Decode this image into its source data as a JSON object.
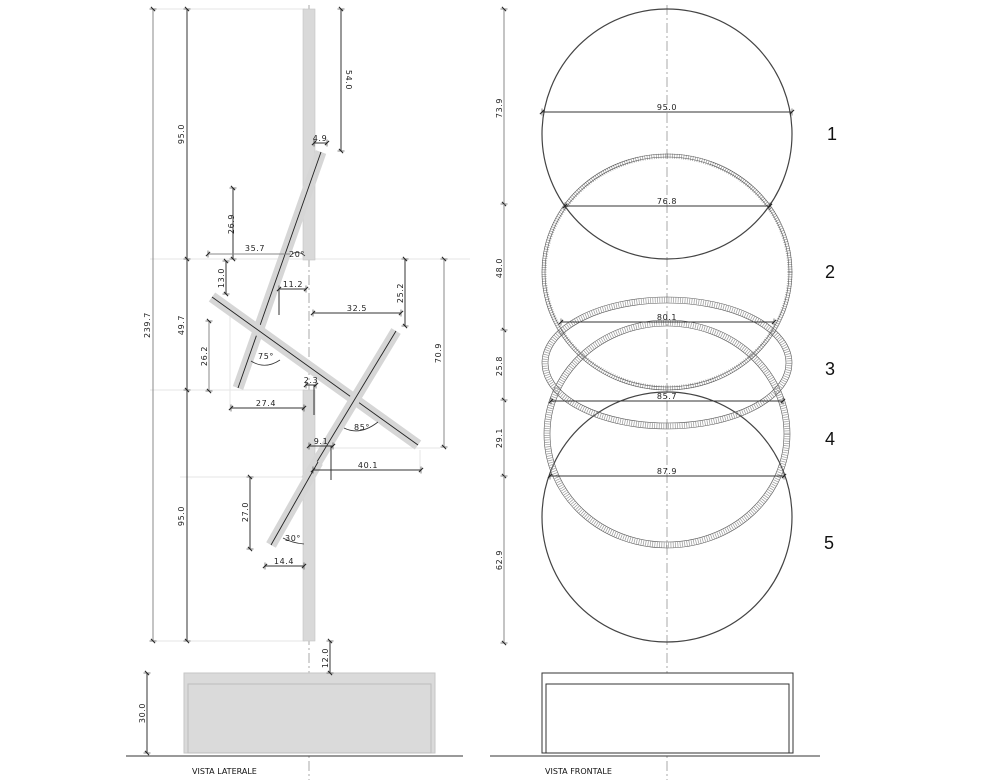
{
  "views": {
    "side": {
      "title": "VISTA LATERALE"
    },
    "front": {
      "title": "VISTA FRONTALE"
    }
  },
  "ring_numbers": [
    "1",
    "2",
    "3",
    "4",
    "5"
  ],
  "side_view": {
    "overall_height": "239.7",
    "segments_left": [
      "95.0",
      "49.7",
      "95.0"
    ],
    "base_height": "30.0",
    "gap_to_base": "12.0",
    "top_offset": "54.0",
    "top_bar_offset": "4.9",
    "bar1_height": "26.9",
    "bar1_width": "35.7",
    "bar1_angle": "20°",
    "bar1_lower_height": "13.0",
    "bar1_inner_width": "11.2",
    "bar2_height": "26.2",
    "bar2_angle": "75°",
    "bar2_width": "27.4",
    "rod_gap": "2.3",
    "bar3_width": "32.5",
    "bar3_height": "25.2",
    "bar3_total_height": "70.9",
    "bar3_angle": "85°",
    "bar3_offset": "9.1",
    "bar3_span": "40.1",
    "bar4_height": "27.0",
    "bar4_angle": "30°",
    "bar4_width": "14.4"
  },
  "front_view": {
    "segments_left": [
      "73.9",
      "48.0",
      "25.8",
      "29.1",
      "62.9"
    ],
    "ring_widths": [
      "95.0",
      "76.8",
      "80.1",
      "85.7",
      "87.9"
    ]
  },
  "colors": {
    "background": "#ffffff",
    "line": "#333333",
    "fill_grey": "#d9d9d9"
  }
}
